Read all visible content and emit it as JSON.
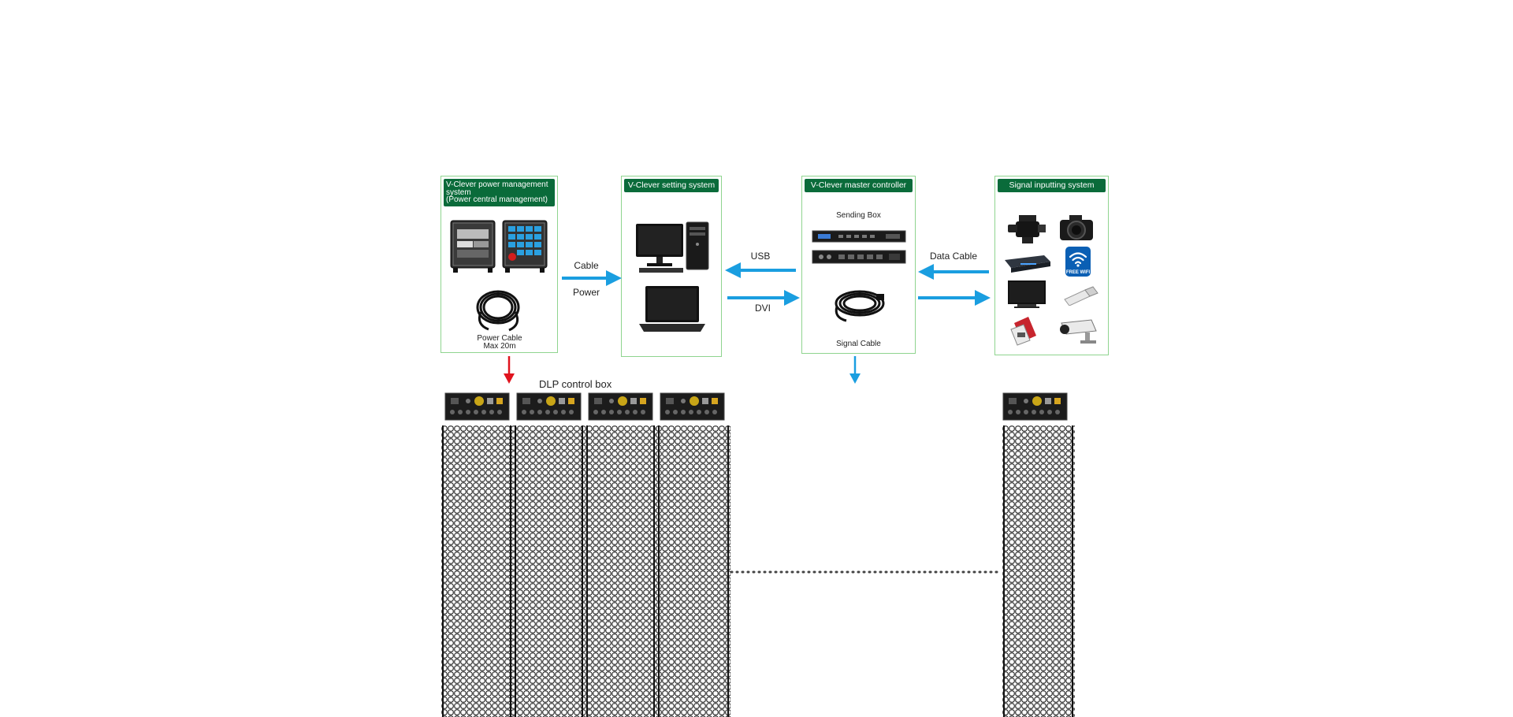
{
  "panels": {
    "power": {
      "title_line1": "V-Clever power management",
      "title_line2": "system",
      "title_line3": "(Power central management)",
      "cable_label_line1": "Power Cable",
      "cable_label_line2": "Max 20m"
    },
    "setting": {
      "title": "V-Clever setting system"
    },
    "master": {
      "title": "V-Clever master controller",
      "sending_box": "Sending Box",
      "signal_cable": "Signal Cable"
    },
    "signal": {
      "title": "Signal inputting system",
      "wifi_badge": "FREE WIFI"
    }
  },
  "connections": {
    "cable": "Cable",
    "power": "Power",
    "usb": "USB",
    "dvi": "DVI",
    "data_cable": "Data Cable"
  },
  "dlp_label": "DLP control box",
  "colors": {
    "panel_header": "#0a6b3a",
    "panel_border": "#8fd48f",
    "arrow_blue": "#1a9ee0",
    "arrow_red": "#e0141e"
  },
  "icons": {
    "power": [
      "power-rack-icon",
      "power-rack-icon",
      "coiled-power-cable-icon"
    ],
    "setting": [
      "desktop-computer-icon",
      "laptop-icon"
    ],
    "master": [
      "sending-box-icon",
      "sending-box-icon",
      "coiled-signal-cable-icon"
    ],
    "signal": [
      "camcorder-icon",
      "dslr-camera-icon",
      "dvd-player-icon",
      "wifi-icon",
      "tv-icon",
      "usb-drive-icon",
      "memory-card-icon",
      "cctv-camera-icon"
    ],
    "dlp": [
      "dlp-control-box-icon",
      "led-mesh-curtain-icon"
    ]
  }
}
